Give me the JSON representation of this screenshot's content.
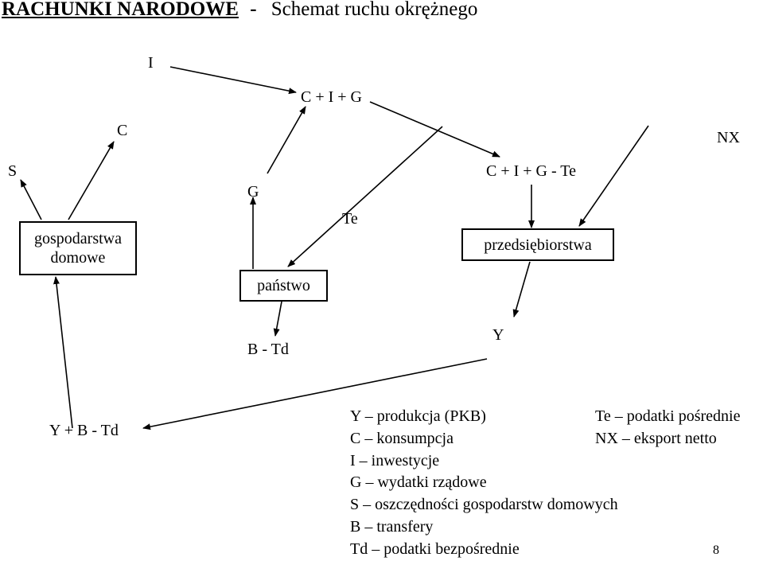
{
  "title": {
    "main": "RACHUNKI NARODOWE",
    "separator": "-",
    "subtitle": "Schemat ruchu okrężnego"
  },
  "nodes": {
    "I": "I",
    "C_I_G": "C + I + G",
    "C": "C",
    "S": "S",
    "NX": "NX",
    "G": "G",
    "C_I_G_Te": "C + I + G - Te",
    "Te": "Te",
    "households": "gospodarstwa domowe",
    "enterprises": "przedsiębiorstwa",
    "state": "państwo",
    "B_Td": "B - Td",
    "Y": "Y",
    "Y_B_Td": "Y + B - Td"
  },
  "legend_left": [
    "Y – produkcja (PKB)",
    "C – konsumpcja",
    "I – inwestycje",
    "G – wydatki rządowe",
    "S – oszczędności gospodarstw domowych",
    "B – transfery",
    "Td – podatki bezpośrednie"
  ],
  "legend_right": [
    "Te – podatki pośrednie",
    "NX – eksport netto"
  ],
  "page_number": "8"
}
